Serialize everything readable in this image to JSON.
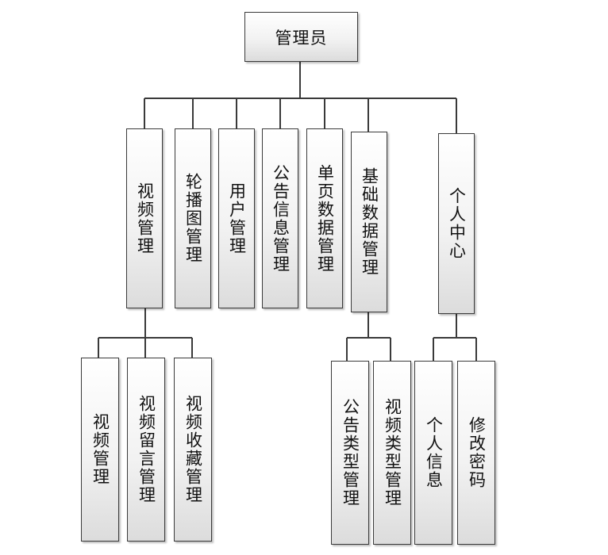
{
  "root": {
    "label": "管理员"
  },
  "modules": [
    {
      "label": "视频管理"
    },
    {
      "label": "轮播图管理"
    },
    {
      "label": "用户管理"
    },
    {
      "label": "公告信息管理"
    },
    {
      "label": "单页数据管理"
    },
    {
      "label": "基础数据管理"
    },
    {
      "label": "个人中心"
    }
  ],
  "video_children": [
    {
      "label": "视频管理"
    },
    {
      "label": "视频留言管理"
    },
    {
      "label": "视频收藏管理"
    }
  ],
  "basic_data_children": [
    {
      "label": "公告类型管理"
    },
    {
      "label": "视频类型管理"
    }
  ],
  "personal_children": [
    {
      "label": "个人信息"
    },
    {
      "label": "修改密码"
    }
  ],
  "colors": {
    "line": "#3a3a3a",
    "box_border": "#3a3a3a",
    "text": "#111111"
  }
}
